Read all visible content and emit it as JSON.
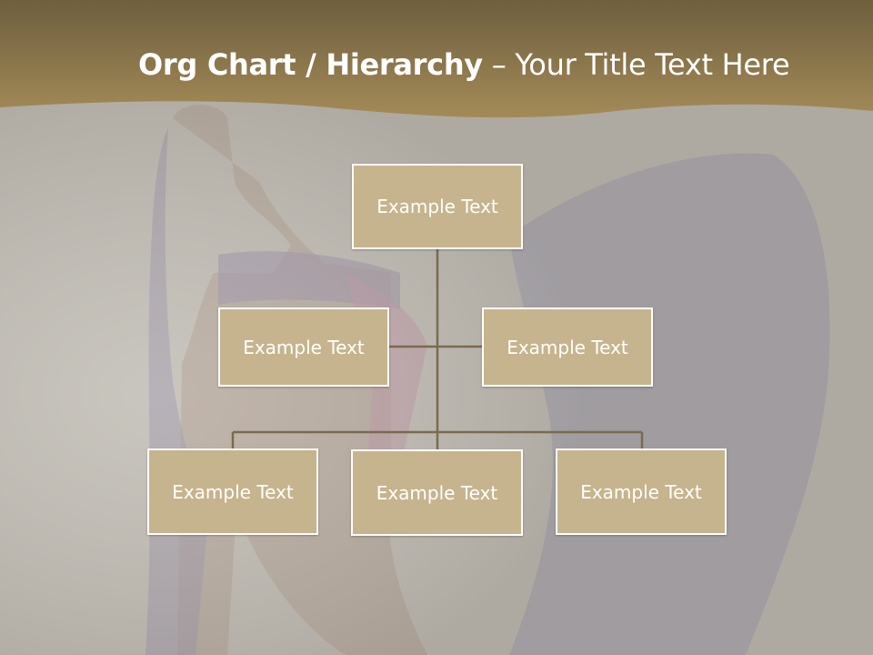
{
  "title": {
    "bold": "Org Chart / Hierarchy",
    "separator": " – ",
    "light": "Your Title Text Here"
  },
  "org_chart": {
    "root": "Example Text",
    "assistants": [
      "Example Text",
      "Example Text"
    ],
    "children": [
      "Example Text",
      "Example Text",
      "Example Text"
    ]
  },
  "colors": {
    "header_band": "#8e7a4e",
    "box_fill": "#c6b48e",
    "box_border": "#ffffff",
    "connector": "#7a6a4e",
    "background": "#c9c6bf"
  }
}
